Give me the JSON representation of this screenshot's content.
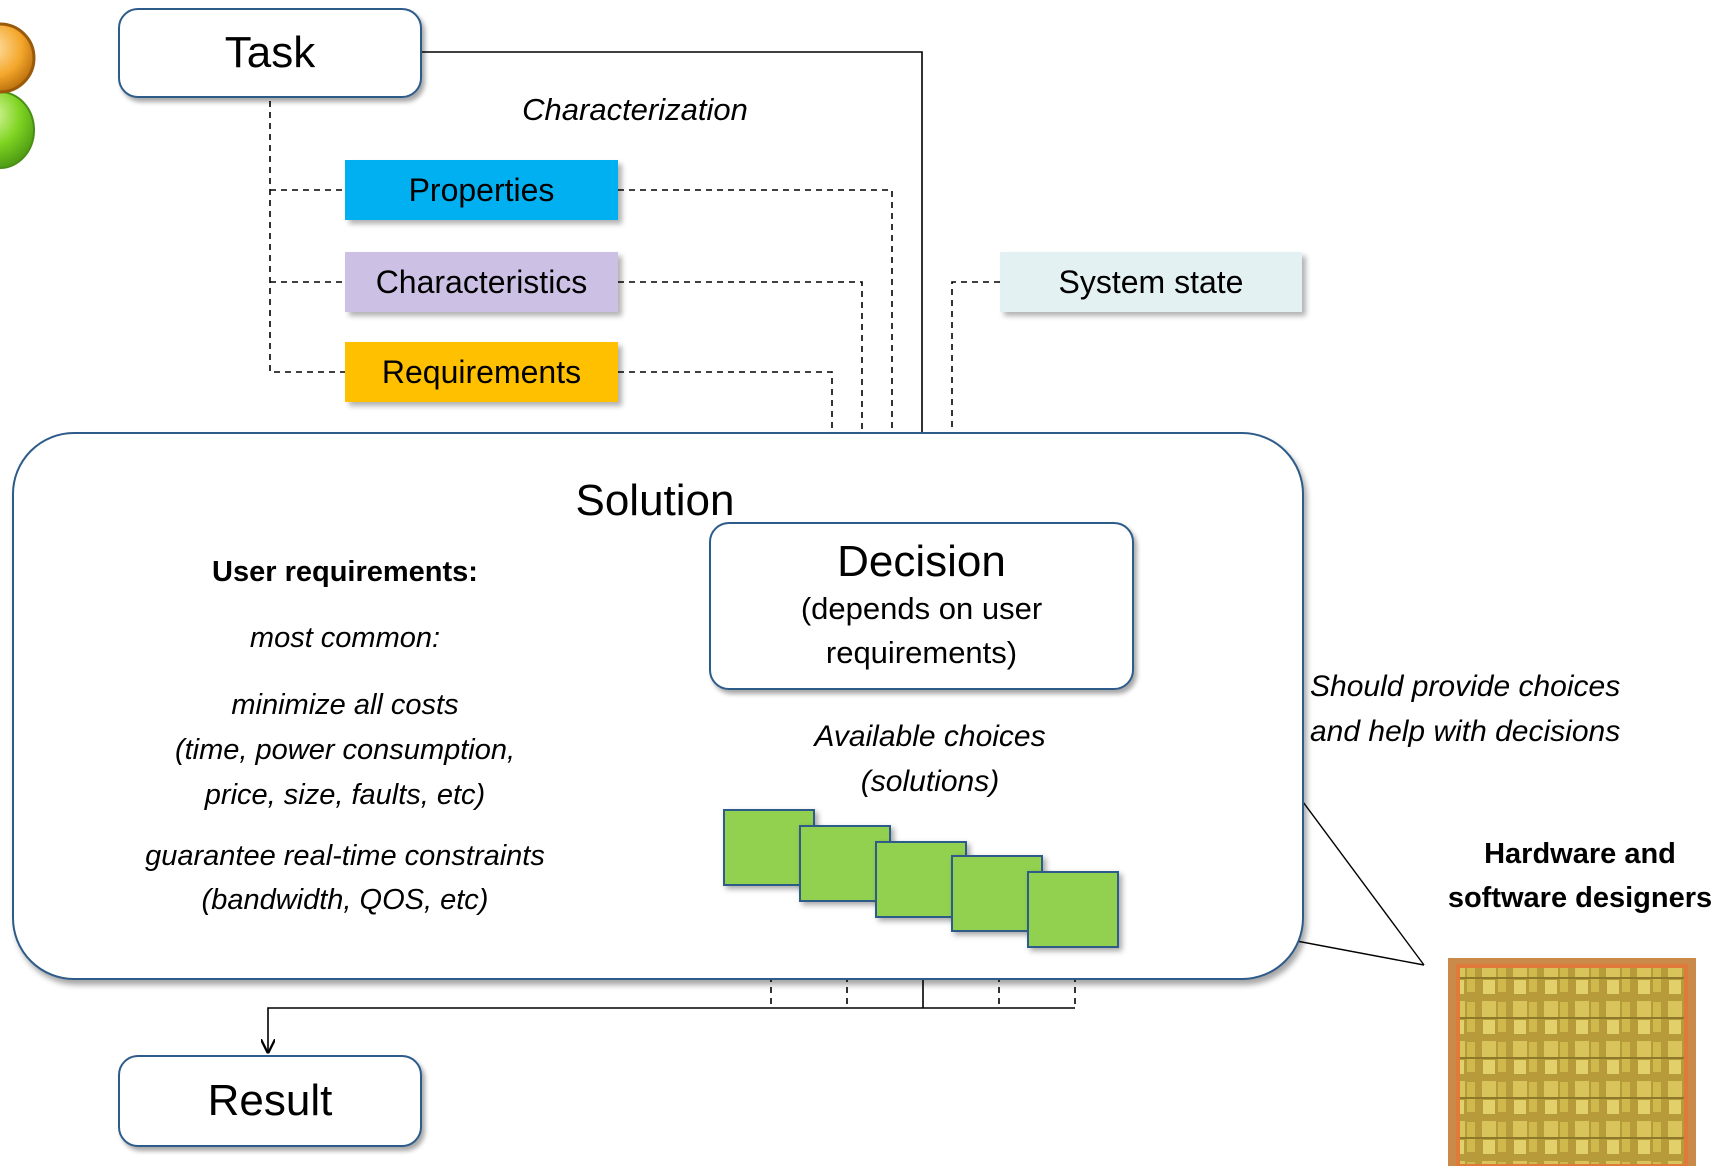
{
  "task": "Task",
  "characterization": "Characterization",
  "properties": "Properties",
  "characteristics": "Characteristics",
  "requirements": "Requirements",
  "system_state": "System state",
  "solution": "Solution",
  "decision": {
    "title": "Decision",
    "line1": "(depends on user",
    "line2": "requirements)"
  },
  "user_requirements": {
    "heading": "User requirements:",
    "most_common": "most common:",
    "l1": "minimize all costs",
    "l2": "(time, power consumption,",
    "l3": "price, size, faults, etc)",
    "l4": "guarantee real-time constraints",
    "l5": "(bandwidth, QOS, etc)"
  },
  "available_choices": {
    "line1": "Available choices",
    "line2": "(solutions)"
  },
  "advice": {
    "line1": "Should provide  choices",
    "line2": "and help with decisions"
  },
  "designers": {
    "line1": "Hardware and",
    "line2": "software designers"
  },
  "result": "Result",
  "colors": {
    "properties": "#00b0f0",
    "characteristics": "#ccc0e4",
    "requirements": "#ffc000",
    "system_state": "#e4f1f2",
    "choices": "#92d050",
    "box_border": "#2e5c8a"
  }
}
